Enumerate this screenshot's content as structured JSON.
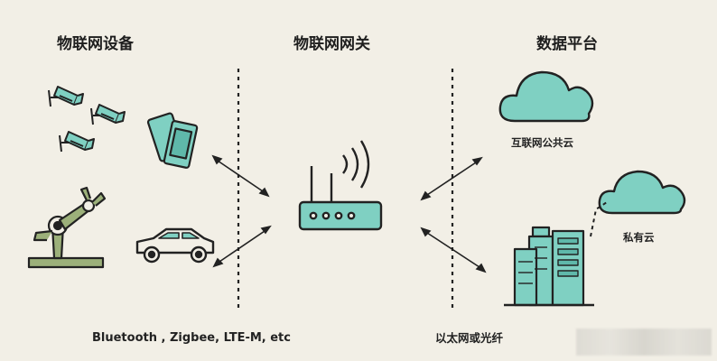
{
  "headings": {
    "devices": "物联网设备",
    "gateway": "物联网网关",
    "platform": "数据平台"
  },
  "labels": {
    "protocols": "Bluetooth , Zigbee, LTE-M, etc",
    "ethernet": "以太网或光纤",
    "public_cloud": "互联网公共云",
    "private_cloud": "私有云"
  },
  "colors": {
    "background": "#f2efe6",
    "teal": "#7fd0c2",
    "dark": "#1e1e1e",
    "olive": "#9cb07a"
  },
  "icons": [
    "camera-icon",
    "phone-icon",
    "robot-arm-icon",
    "car-icon",
    "router-icon",
    "cloud-icon",
    "building-icon"
  ]
}
